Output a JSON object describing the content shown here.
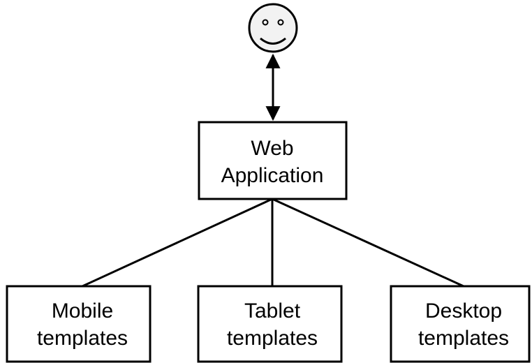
{
  "diagram": {
    "user": {
      "icon": "smiley-face-user-icon"
    },
    "web_app": {
      "line1": "Web",
      "line2": "Application"
    },
    "templates": [
      {
        "line1": "Mobile",
        "line2": "templates"
      },
      {
        "line1": "Tablet",
        "line2": "templates"
      },
      {
        "line1": "Desktop",
        "line2": "templates"
      }
    ],
    "colors": {
      "stroke": "#000000",
      "face_fill": "#f2f2f2",
      "box_fill": "#ffffff"
    }
  }
}
